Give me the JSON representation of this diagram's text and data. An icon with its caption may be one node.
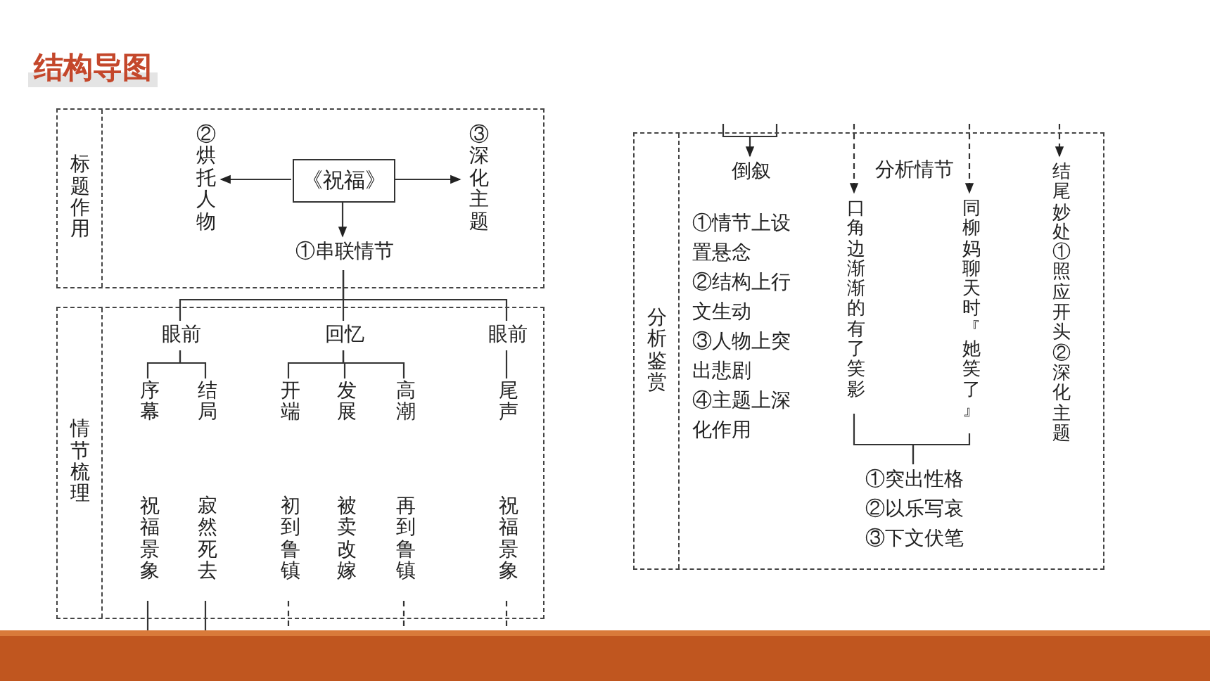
{
  "diagram": {
    "title": "结构导图",
    "nodes": [
      {
        "text": [
          "标题作用"
        ]
      },
      {
        "text": [
          "《祝福》"
        ],
        "in": 0
      },
      {
        "text": [
          "②烘托人物"
        ],
        "in": 0
      },
      {
        "text": [
          "③深化主题"
        ],
        "in": 0
      },
      {
        "text": [
          "①串联情节"
        ],
        "in": 0
      },
      {
        "text": [
          "情节梳理"
        ]
      },
      {
        "text": [
          "眼前"
        ],
        "in": 5
      },
      {
        "text": [
          "回忆"
        ],
        "in": 5
      },
      {
        "text": [
          "眼前"
        ],
        "in": 5
      },
      {
        "text": [
          "序幕"
        ],
        "in": 5
      },
      {
        "text": [
          "结局"
        ],
        "in": 5
      },
      {
        "text": [
          "开端"
        ],
        "in": 5
      },
      {
        "text": [
          "发展"
        ],
        "in": 5
      },
      {
        "text": [
          "高潮"
        ],
        "in": 5
      },
      {
        "text": [
          "尾声"
        ],
        "in": 5
      },
      {
        "text": [
          "祝福景象"
        ],
        "in": 5
      },
      {
        "text": [
          "寂然死去"
        ],
        "in": 5
      },
      {
        "text": [
          "初到鲁镇"
        ],
        "in": 5
      },
      {
        "text": [
          "被卖改嫁"
        ],
        "in": 5
      },
      {
        "text": [
          "再到鲁镇"
        ],
        "in": 5
      },
      {
        "text": [
          "祝福景象"
        ],
        "in": 5
      },
      {
        "text": [
          "分析鉴赏"
        ]
      },
      {
        "text": [
          "倒叙"
        ],
        "in": 21,
        "beside": [
          "①情节上设置悬念",
          "②结构上行文生动",
          "③人物上突出悲剧",
          "④主题上深化作用"
        ]
      },
      {
        "text": [
          "口角边渐渐的有了笑影"
        ],
        "in": 21
      },
      {
        "text": [
          "同柳妈聊天时『她笑了』"
        ],
        "in": 21
      },
      {
        "text": [
          "结尾妙处",
          "①照应开头",
          "②深化主题"
        ],
        "in": 21
      },
      {
        "text": [
          "①突出性格",
          "②以乐写哀",
          "③下文伏笔"
        ],
        "in": 21
      }
    ],
    "edges": [
      {
        "from": 1,
        "to": 2,
        "arrow": "to"
      },
      {
        "from": 1,
        "to": 3,
        "arrow": "to"
      },
      {
        "from": 1,
        "to": 4,
        "arrow": "to"
      },
      {
        "from": 4,
        "to": 6,
        "arrow": "none"
      },
      {
        "from": 4,
        "to": 7,
        "arrow": "none"
      },
      {
        "from": 4,
        "to": 8,
        "arrow": "none"
      },
      {
        "from": 6,
        "to": 9,
        "arrow": "none"
      },
      {
        "from": 6,
        "to": 10,
        "arrow": "none"
      },
      {
        "from": 7,
        "to": 11,
        "arrow": "none"
      },
      {
        "from": 7,
        "to": 12,
        "arrow": "none"
      },
      {
        "from": 7,
        "to": 13,
        "arrow": "none"
      },
      {
        "from": 8,
        "to": 14,
        "arrow": "none"
      },
      {
        "from": 15,
        "to": null,
        "arrow": "none"
      },
      {
        "from": 16,
        "to": null,
        "arrow": "none"
      },
      {
        "from": 17,
        "to": null,
        "arrow": "none",
        "style": "dashed"
      },
      {
        "from": 19,
        "to": null,
        "arrow": "none",
        "style": "dashed"
      },
      {
        "from": 20,
        "to": null,
        "arrow": "none",
        "style": "dashed"
      },
      {
        "from": null,
        "to": 22,
        "arrow": "to"
      },
      {
        "from": null,
        "to": 23,
        "arrow": "to",
        "style": "dashed"
      },
      {
        "from": null,
        "to": 24,
        "arrow": "to",
        "style": "dashed"
      },
      {
        "from": null,
        "to": 25,
        "arrow": "to",
        "style": "dashed"
      },
      {
        "from": 23,
        "to": 26,
        "arrow": "none"
      },
      {
        "from": 24,
        "to": 26,
        "arrow": "none"
      }
    ],
    "labels": [
      "分析情节"
    ]
  }
}
